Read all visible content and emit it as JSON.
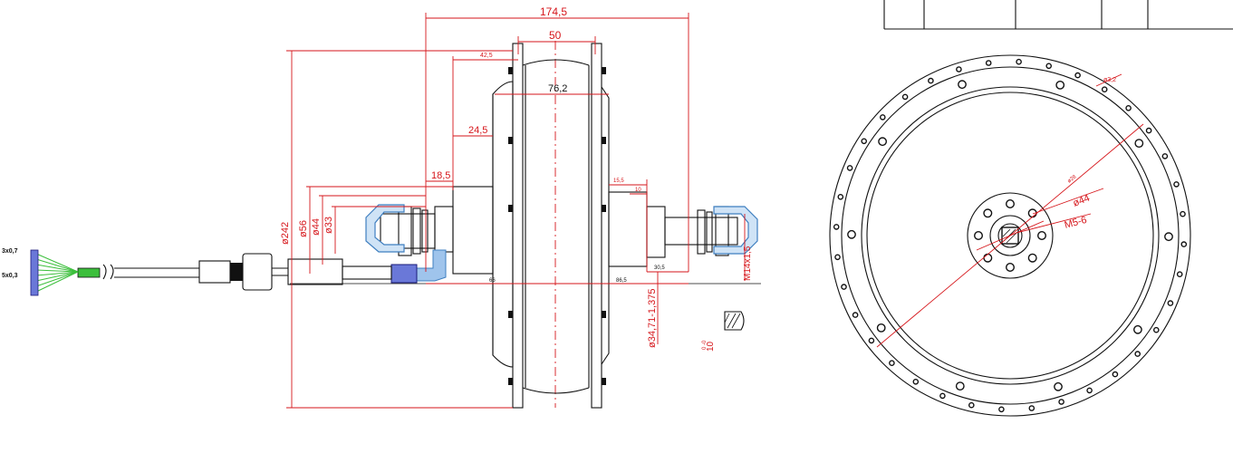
{
  "colors": {
    "line": "#111111",
    "dimension": "#d6161b",
    "cable": "#3cbf3c",
    "connector": "#6a78d8",
    "clamp": "#7fb6e8"
  },
  "side_view": {
    "overall_width": "174,5",
    "stator_width": "50",
    "d_42_5": "42,5",
    "d_76_2": "76,2",
    "d_24_5": "24,5",
    "d_18_5": "18,5",
    "d_15_5": "15,5",
    "d_10": "10",
    "d_30_5": "30,5",
    "d_66": "66",
    "d_86_5": "86,5",
    "dia_242": "ø242",
    "dia_56": "ø56",
    "dia_44": "ø44",
    "dia_33": "ø33",
    "axle_dia": "ø34,71-1,375",
    "thread": "M14x1,5",
    "flat": "10",
    "flat_tol": "0 -0"
  },
  "wires": {
    "label_1": "3x0,7",
    "label_2": "5x0,3"
  },
  "front_view": {
    "hole_dia": "ø3,2",
    "pcd": "ø28",
    "dia_44": "ø44",
    "thread": "M5-6"
  }
}
